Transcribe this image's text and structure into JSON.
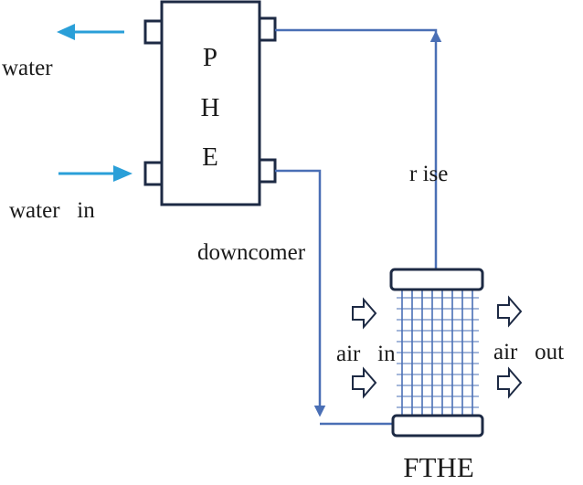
{
  "labels": {
    "water_out": "water",
    "water_in": "water   in",
    "downcomer": "downcomer",
    "riser": "r ise",
    "air_in": "air   in",
    "air_out": "air   out",
    "phe_letters": [
      "P",
      "H",
      "E"
    ],
    "fthe": "FTHE"
  },
  "colors": {
    "pipe": "#4a6fb5",
    "water_arrow": "#2a9fd8",
    "outline": "#1d2a44",
    "tubes": "#4a6fb5"
  },
  "icons": {
    "water_out_arrow": "arrow-left-icon",
    "water_in_arrow": "arrow-right-icon",
    "air_arrow": "hollow-arrow-right-icon"
  }
}
